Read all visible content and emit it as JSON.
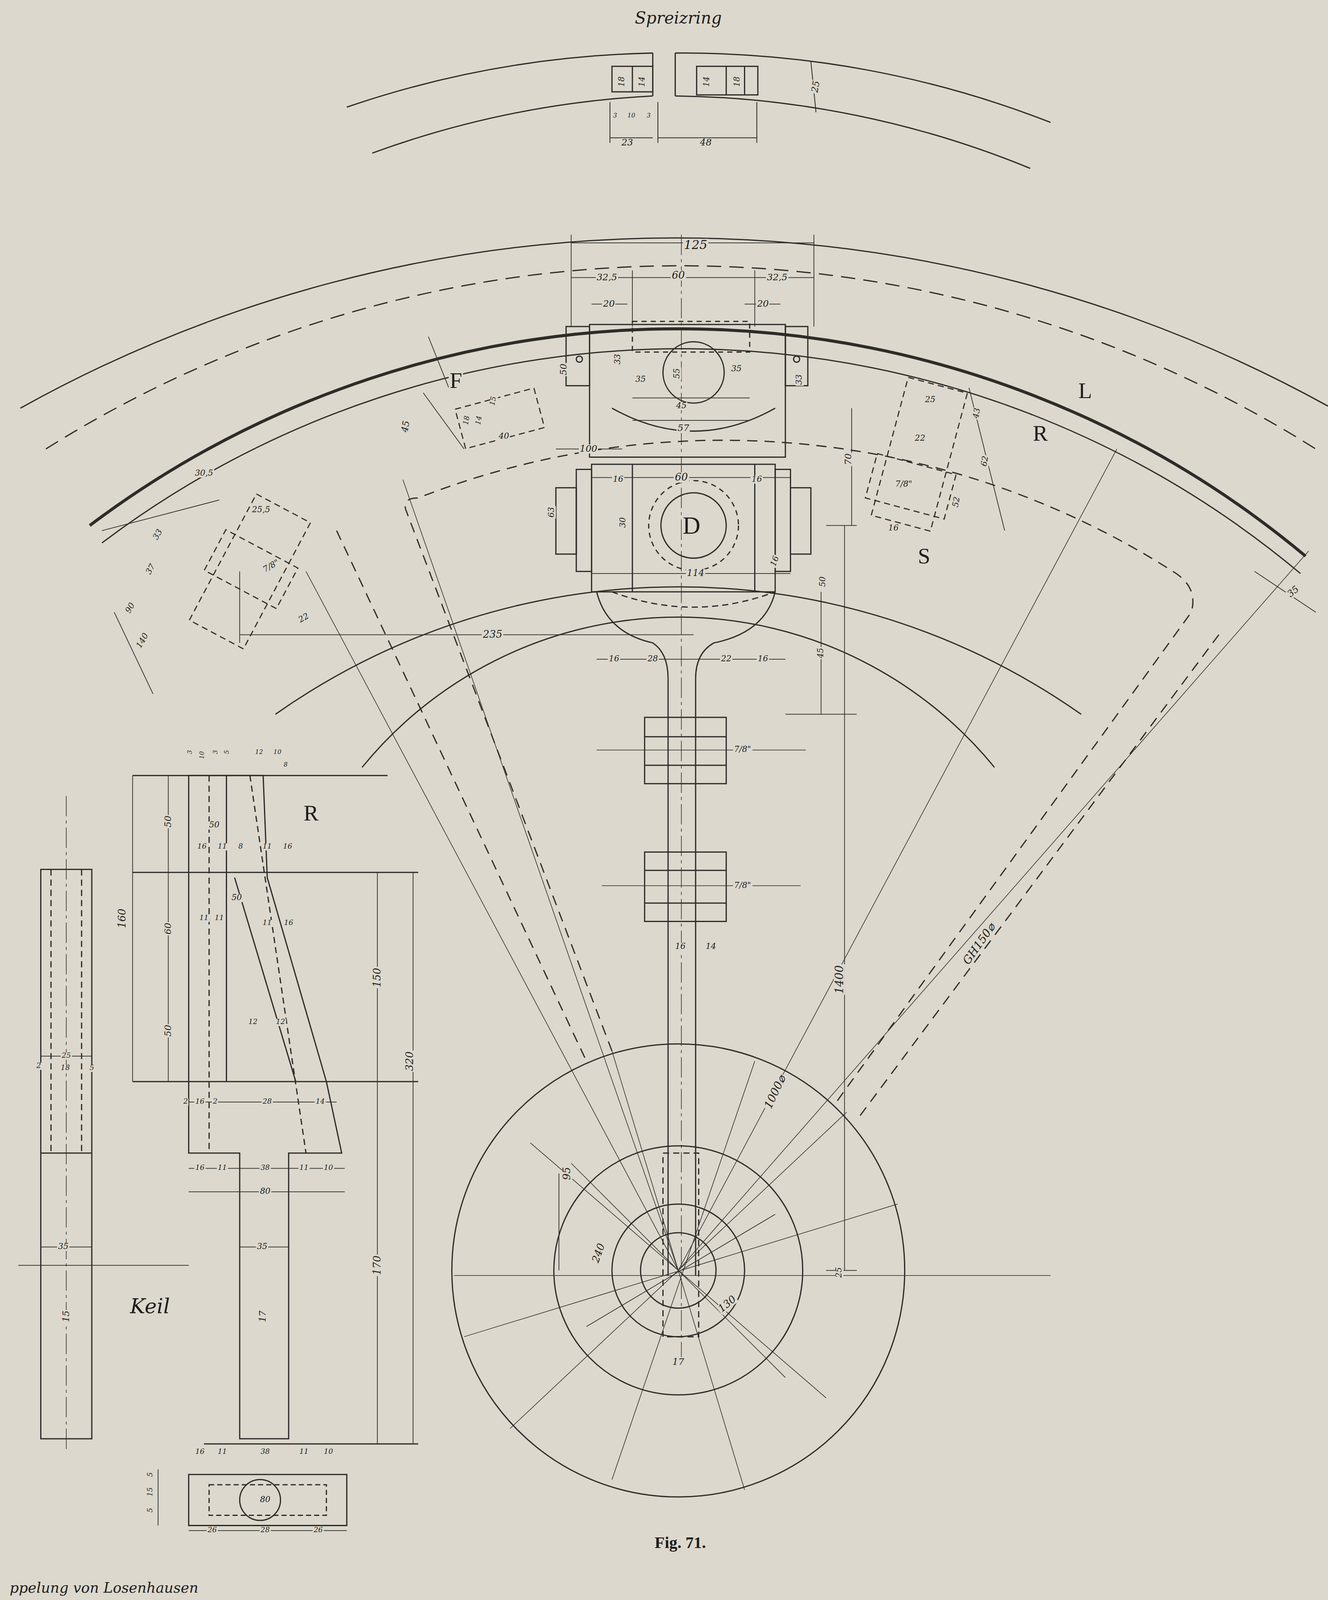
{
  "diagram": {
    "caption": "Fig. 71.",
    "labels": [
      "Spreizring",
      "18",
      "14",
      "14",
      "18",
      "25",
      "3",
      "10",
      "3",
      "23",
      "48",
      "125",
      "32,5",
      "60",
      "32,5",
      "20",
      "20",
      "50",
      "33",
      "35",
      "55",
      "35",
      "45",
      "57",
      "33",
      "100",
      "16",
      "60",
      "16",
      "D",
      "63",
      "30",
      "114",
      "16",
      "50",
      "16",
      "28",
      "22",
      "16",
      "45",
      "235",
      "70",
      "F",
      "15",
      "14",
      "18",
      "40",
      "45",
      "L",
      "R",
      "S",
      "25",
      "22",
      "43",
      "62",
      "7/8\"",
      "52",
      "16",
      "35",
      "30,5",
      "25,5",
      "7/8\"",
      "22",
      "33",
      "37",
      "90",
      "140",
      "7/8\"",
      "7/8\"",
      "16",
      "14",
      "1400",
      "1000⌀",
      "GH150⌀",
      "95",
      "240",
      "130",
      "17",
      "25",
      "R",
      "3",
      "10",
      "3",
      "5",
      "12",
      "10",
      "8",
      "50",
      "160",
      "60",
      "50",
      "50",
      "16",
      "11",
      "8",
      "11",
      "16",
      "50",
      "11",
      "11",
      "11",
      "16",
      "12",
      "12",
      "150",
      "320",
      "170",
      "2",
      "16",
      "2",
      "28",
      "14",
      "16",
      "11",
      "38",
      "11",
      "10",
      "80",
      "35",
      "17",
      "25",
      "2",
      "18",
      "5",
      "35",
      "15",
      "Keil",
      "16",
      "11",
      "38",
      "11",
      "10",
      "5",
      "15",
      "5",
      "80",
      "26",
      "28",
      "26",
      "ppelung von Losenhausen"
    ]
  }
}
